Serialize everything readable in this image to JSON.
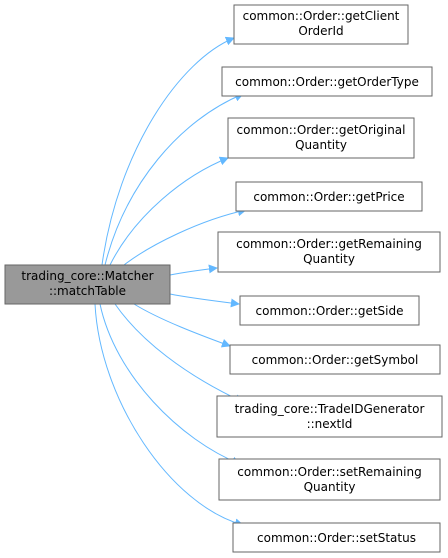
{
  "source": {
    "lines": [
      "trading_core::Matcher",
      "::matchTable"
    ],
    "fill": "#999999",
    "stroke": "#666666"
  },
  "targets": [
    {
      "lines": [
        "common::Order::getClient",
        "OrderId"
      ]
    },
    {
      "lines": [
        "common::Order::getOrderType"
      ]
    },
    {
      "lines": [
        "common::Order::getOriginal",
        "Quantity"
      ]
    },
    {
      "lines": [
        "common::Order::getPrice"
      ]
    },
    {
      "lines": [
        "common::Order::getRemaining",
        "Quantity"
      ]
    },
    {
      "lines": [
        "common::Order::getSide"
      ]
    },
    {
      "lines": [
        "common::Order::getSymbol"
      ]
    },
    {
      "lines": [
        "trading_core::TradeIDGenerator",
        "::nextId"
      ]
    },
    {
      "lines": [
        "common::Order::setRemaining",
        "Quantity"
      ]
    },
    {
      "lines": [
        "common::Order::setStatus"
      ]
    }
  ],
  "colors": {
    "node_stroke": "#666666",
    "node_fill": "#ffffff",
    "edge": "#63b8ff"
  }
}
